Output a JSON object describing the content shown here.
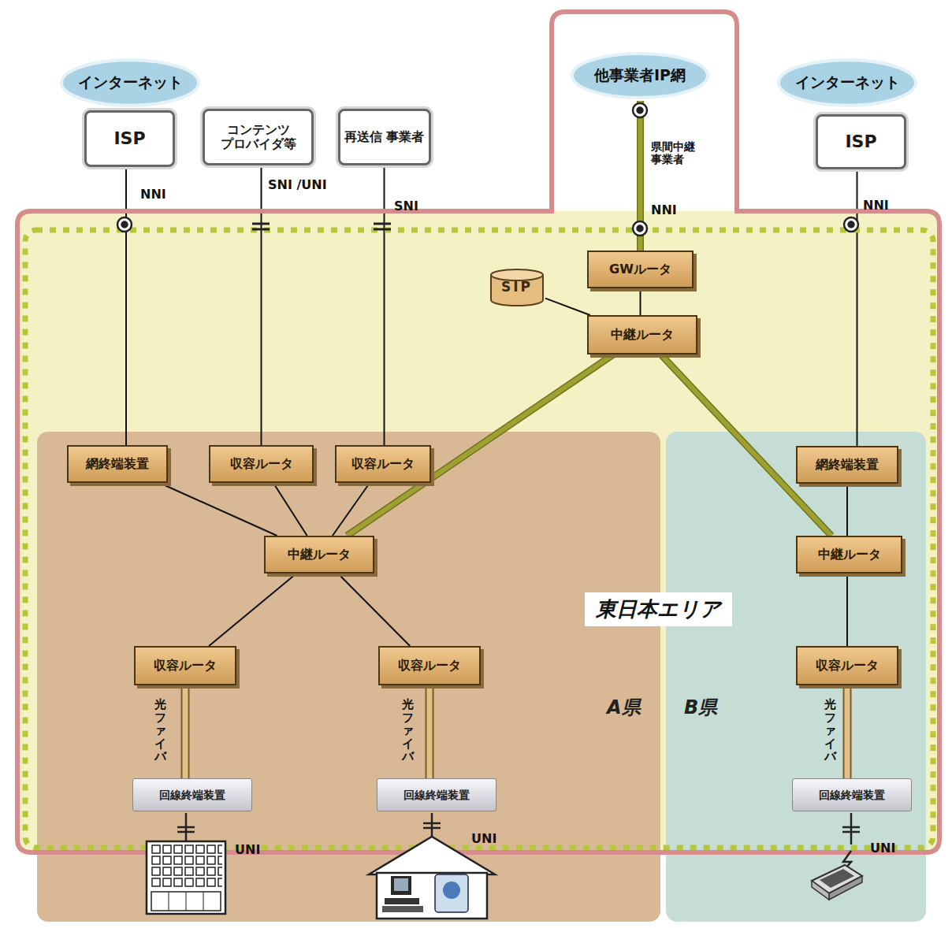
{
  "diagram": {
    "nodes": [
      {
        "text": [
          "インターネット"
        ]
      },
      {
        "text": [
          "ISP"
        ]
      },
      {
        "text": [
          "コンテンツ プロバイダ等"
        ]
      },
      {
        "text": [
          "再送信 事業者"
        ]
      },
      {
        "text": [
          "他事業者IP網"
        ]
      },
      {
        "text": [
          "インターネット"
        ]
      },
      {
        "text": [
          "ISP"
        ]
      },
      {
        "text": [
          "東日本エリア"
        ]
      },
      {
        "text": [
          "SIP"
        ],
        "in": 7
      },
      {
        "text": [
          "GWルータ"
        ],
        "in": 7
      },
      {
        "text": [
          "中継ルータ"
        ],
        "in": 7
      },
      {
        "text": [
          "A県"
        ],
        "in": 7
      },
      {
        "text": [
          "網終端装置"
        ],
        "in": 11
      },
      {
        "text": [
          "収容ルータ"
        ],
        "in": 11
      },
      {
        "text": [
          "収容ルータ"
        ],
        "in": 11
      },
      {
        "text": [
          "中継ルータ"
        ],
        "in": 11
      },
      {
        "text": [
          "収容ルータ"
        ],
        "in": 11
      },
      {
        "text": [
          "収容ルータ"
        ],
        "in": 11
      },
      {
        "text": [
          "回線終端装置"
        ],
        "in": 11
      },
      {
        "text": [
          "回線終端装置"
        ],
        "in": 11
      },
      {
        "text": [
          "B県"
        ],
        "in": 7
      },
      {
        "text": [
          "網終端装置"
        ],
        "in": 20
      },
      {
        "text": [
          "中継ルータ"
        ],
        "in": 20
      },
      {
        "text": [
          "収容ルータ"
        ],
        "in": 20
      },
      {
        "text": [
          "回線終端装置"
        ],
        "in": 20
      }
    ],
    "edges": [
      {
        "from": 1,
        "to": 12,
        "arrow": "none"
      },
      {
        "from": 2,
        "to": 13,
        "arrow": "none"
      },
      {
        "from": 3,
        "to": 14,
        "arrow": "none"
      },
      {
        "from": 4,
        "to": 9,
        "arrow": "none"
      },
      {
        "from": 6,
        "to": 21,
        "arrow": "none"
      },
      {
        "from": 8,
        "to": 10,
        "arrow": "none"
      },
      {
        "from": 9,
        "to": 10,
        "arrow": "none"
      },
      {
        "from": 10,
        "to": 15,
        "arrow": "none"
      },
      {
        "from": 10,
        "to": 22,
        "arrow": "none"
      },
      {
        "from": 12,
        "to": 15,
        "arrow": "none"
      },
      {
        "from": 13,
        "to": 15,
        "arrow": "none"
      },
      {
        "from": 14,
        "to": 15,
        "arrow": "none"
      },
      {
        "from": 15,
        "to": 16,
        "arrow": "none"
      },
      {
        "from": 15,
        "to": 17,
        "arrow": "none"
      },
      {
        "from": 16,
        "to": 18,
        "arrow": "none"
      },
      {
        "from": 17,
        "to": 19,
        "arrow": "none"
      },
      {
        "from": 21,
        "to": 22,
        "arrow": "none"
      },
      {
        "from": 22,
        "to": 23,
        "arrow": "none"
      },
      {
        "from": 23,
        "to": 24,
        "arrow": "none"
      }
    ],
    "labels": [
      "NNI",
      "SNI /UNI",
      "SNI",
      "県間中継 事業者",
      "NNI",
      "NNI",
      "光ファイバ",
      "光ファイバ",
      "光ファイバ",
      "UNI",
      "UNI",
      "UNI"
    ]
  }
}
